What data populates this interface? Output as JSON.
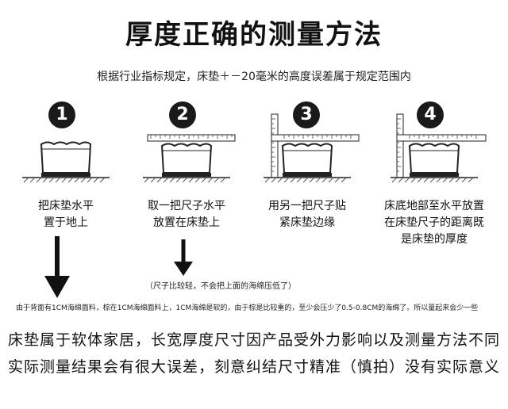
{
  "title": "厚度正确的测量方法",
  "subtitle": "根据行业指标规定，床垫＋－20毫米的高度误差属于规定范围内",
  "steps": [
    {
      "number": "1",
      "caption_lines": [
        "把床垫水平",
        "置于地上"
      ]
    },
    {
      "number": "2",
      "caption_lines": [
        "取一把尺子水平",
        "放置在床垫上"
      ]
    },
    {
      "number": "3",
      "caption_lines": [
        "用另一把尺子贴",
        "紧床垫边缘"
      ]
    },
    {
      "number": "4",
      "caption_lines": [
        "床底地部至水平放置",
        "在床垫尺子的距离既",
        "是床垫的厚度"
      ]
    }
  ],
  "note": "（尺子比较轻，不会把上面的海绵压低了）",
  "footnote": "由于背面有1CM海绵面料，棕在1CM海绵面料上，1CM海绵是软的，由于棕是比较重的，至少会压少了0.5-0.8CM的海绵了。所以量起来会少一些",
  "conclusion": [
    "床垫属于软体家居，长宽厚度尺寸因产品受外力影响以及测量方法不同",
    "实际测量结果会有很大误差，刻意纠结尺寸精准（慎拍）没有实际意义"
  ]
}
